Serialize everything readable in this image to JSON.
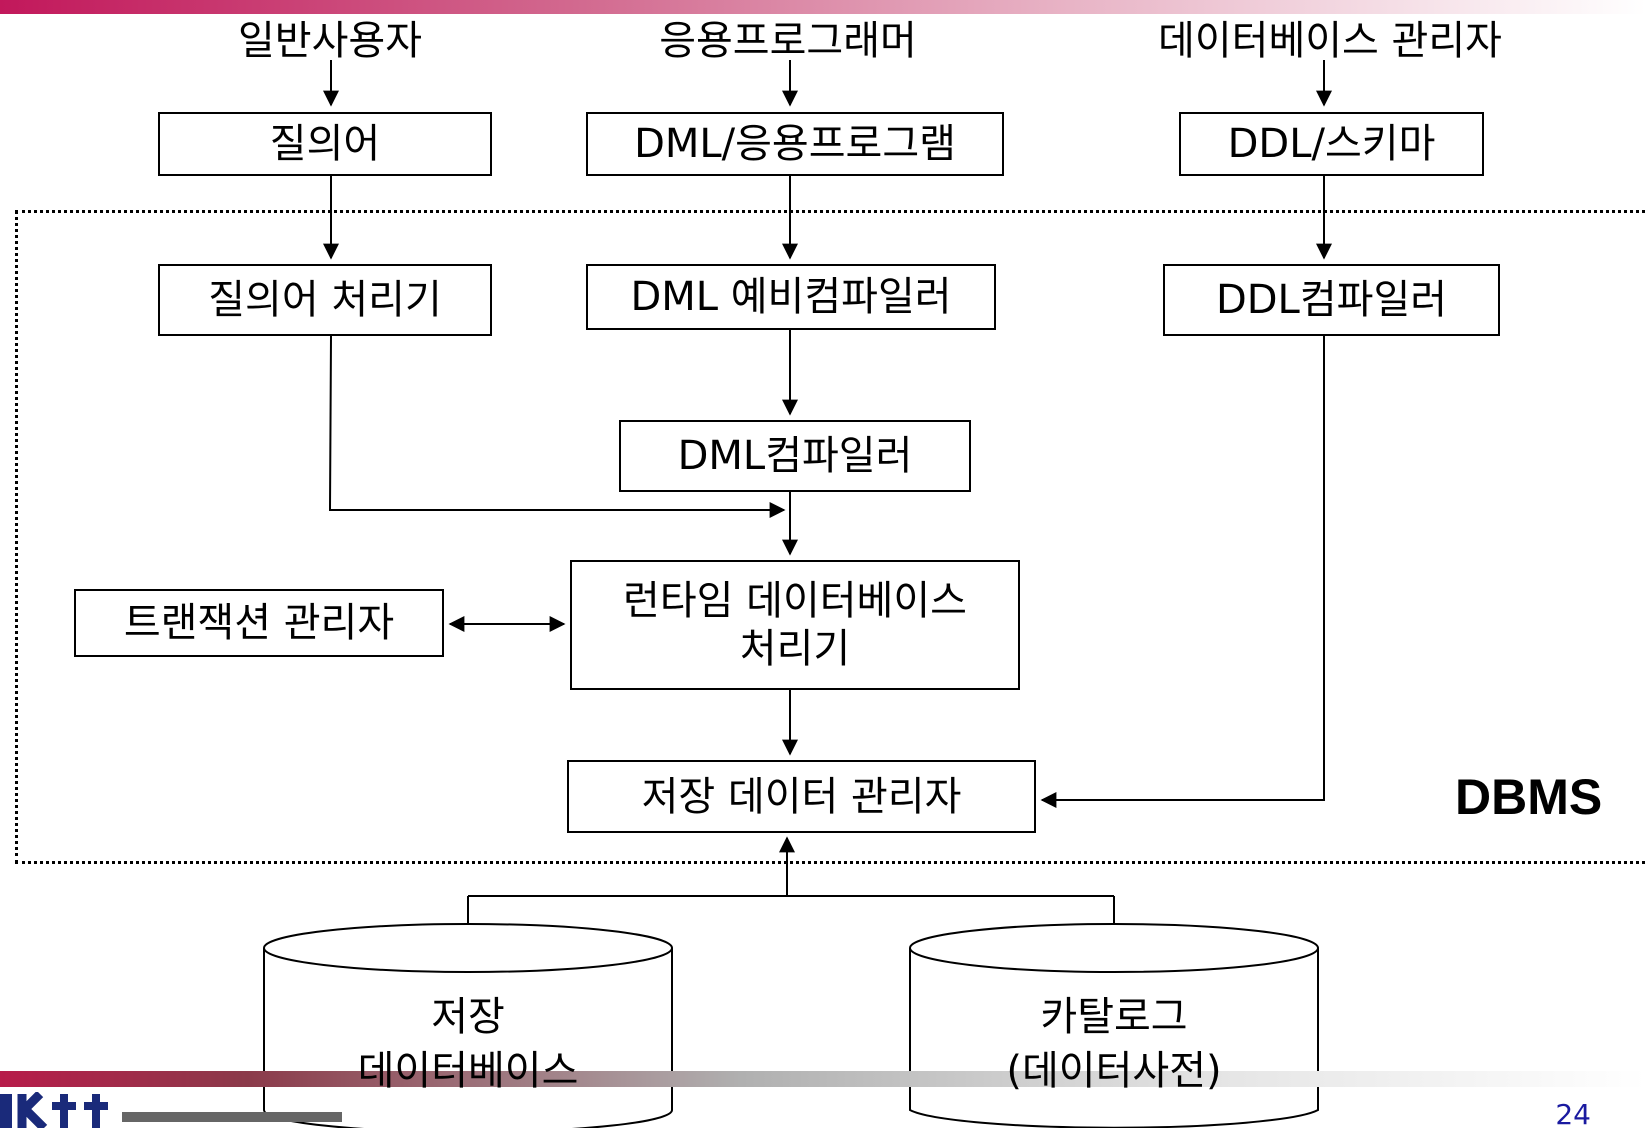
{
  "users": {
    "end_user": "일반사용자",
    "app_programmer": "응용프로그래머",
    "dba": "데이터베이스 관리자"
  },
  "interfaces": {
    "query_language": "질의어",
    "dml_app_program": "DML/응용프로그램",
    "ddl_schema": "DDL/스키마"
  },
  "components": {
    "query_processor": "질의어 처리기",
    "dml_precompiler": "DML 예비컴파일러",
    "ddl_compiler": "DDL컴파일러",
    "dml_compiler": "DML컴파일러",
    "transaction_manager": "트랜잭션 관리자",
    "runtime_db_processor": "런타임 데이터베이스\n처리기",
    "stored_data_manager": "저장 데이터 관리자"
  },
  "dbms_label": "DBMS",
  "storage": {
    "stored_database": "저장\n데이터베이스",
    "catalog": "카탈로그\n(데이터사전)"
  },
  "page_number": "24",
  "colors": {
    "top_bar": "#c2185b",
    "page_number": "#1a1aa0"
  }
}
